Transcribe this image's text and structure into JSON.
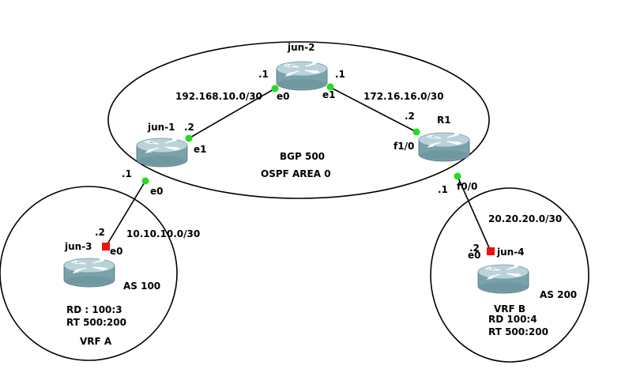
{
  "colors": {
    "link": "#000000",
    "port_up": "#22dd22",
    "port_down": "#ee1111",
    "router_body": "#7aa2ab",
    "router_top": "#b9d3d9"
  },
  "regions": {
    "core": {
      "line1": "BGP 500",
      "line2": "OSPF AREA 0"
    },
    "left_site": {
      "asn": "AS 100",
      "rd": "RD : 100:3",
      "rt": "RT 500:200",
      "vrf": "VRF A"
    },
    "right_site": {
      "vrf": "VRF B",
      "asn": "AS 200",
      "rd": "RD 100:4",
      "rt": "RT 500:200"
    }
  },
  "routers": [
    {
      "name": "jun-2",
      "icon": "router-icon"
    },
    {
      "name": "jun-1",
      "icon": "router-icon"
    },
    {
      "name": "R1",
      "icon": "router-icon"
    },
    {
      "name": "jun-3",
      "icon": "router-icon"
    },
    {
      "name": "jun-4",
      "icon": "router-icon"
    }
  ],
  "links": [
    {
      "subnet": "192.168.10.0/30",
      "a": {
        "router": "jun-2",
        "interface": "e0",
        "host": ".1",
        "state": "up"
      },
      "b": {
        "router": "jun-1",
        "interface": "e1",
        "host": ".2",
        "state": "up"
      }
    },
    {
      "subnet": "172.16.16.0/30",
      "a": {
        "router": "jun-2",
        "interface": "e1",
        "host": ".1",
        "state": "up"
      },
      "b": {
        "router": "R1",
        "interface": "f1/0",
        "host": ".2",
        "state": "up"
      }
    },
    {
      "subnet": "10.10.10.0/30",
      "a": {
        "router": "jun-1",
        "interface": "e0",
        "host": ".1",
        "state": "up"
      },
      "b": {
        "router": "jun-3",
        "interface": "e0",
        "host": ".2",
        "state": "down"
      }
    },
    {
      "subnet": "20.20.20.0/30",
      "a": {
        "router": "R1",
        "interface": "f0/0",
        "host": ".1",
        "state": "up"
      },
      "b": {
        "router": "jun-4",
        "interface": "e0",
        "host": ".2",
        "state": "down"
      }
    }
  ]
}
